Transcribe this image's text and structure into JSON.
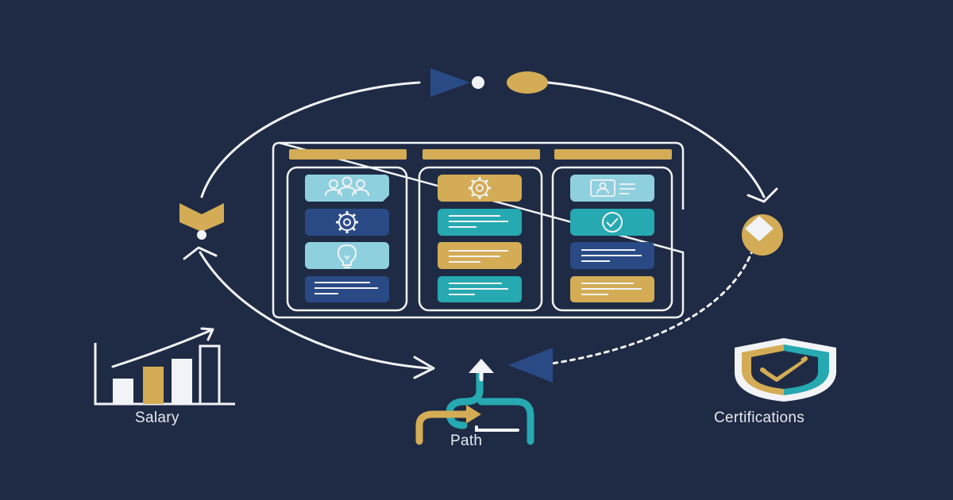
{
  "labels": {
    "salary": "Salary",
    "path": "Path",
    "certifications": "Certifications"
  },
  "icons": [
    "people-icon",
    "gear-icon",
    "lightbulb-icon",
    "text-lines-icon",
    "gear-icon",
    "text-lines-icon",
    "text-lines-icon",
    "text-lines-icon",
    "id-card-icon",
    "checkmark-icon",
    "text-lines-icon",
    "text-lines-icon",
    "bar-chart-icon",
    "path-arrow-icon",
    "shield-check-icon"
  ],
  "colors": {
    "background": "#1f2b45",
    "gold": "#d3ac55",
    "teal": "#26a9b1",
    "light_teal": "#8fd0de",
    "navy": "#2a4a86",
    "white": "#f2f3f6"
  }
}
